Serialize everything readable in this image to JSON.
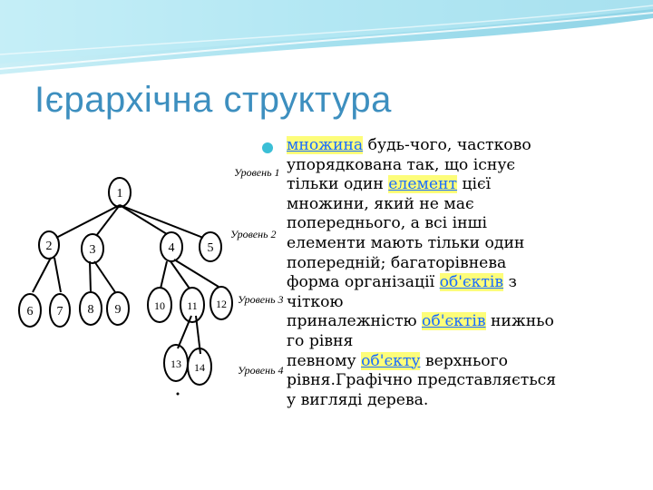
{
  "slide": {
    "title": "Ієрархічна структура"
  },
  "tree": {
    "level_labels": [
      "Уровень 1",
      "Уровень 2",
      "Уровень 3",
      "Уровень 4"
    ],
    "nodes": [
      "1",
      "2",
      "3",
      "4",
      "5",
      "6",
      "7",
      "8",
      "9",
      "10",
      "11",
      "12",
      "13",
      "14"
    ]
  },
  "definition": {
    "lines": [
      [
        {
          "text": "множина",
          "hl": true
        },
        {
          "text": " будь-чого, частково"
        }
      ],
      [
        {
          "text": "упорядкована так, що існує"
        }
      ],
      [
        {
          "text": "тільки один "
        },
        {
          "text": "елемент",
          "hl": true
        },
        {
          "text": " цієї"
        }
      ],
      [
        {
          "text": "множини, який не має"
        }
      ],
      [
        {
          "text": "попереднього, а всі інші"
        }
      ],
      [
        {
          "text": "елементи мають тільки один"
        }
      ],
      [
        {
          "text": "попередній; багаторівнева"
        }
      ],
      [
        {
          "text": "форма організації "
        },
        {
          "text": "об'єктів",
          "hl": true
        },
        {
          "text": " з"
        }
      ],
      [
        {
          "text": "чіткою"
        }
      ],
      [
        {
          "text": "приналежністю "
        },
        {
          "text": "об'єктів",
          "hl": true
        },
        {
          "text": " нижньо"
        }
      ],
      [
        {
          "text": "го рівня"
        }
      ],
      [
        {
          "text": "певному "
        },
        {
          "text": "об'єкту",
          "hl": true
        },
        {
          "text": " верхнього"
        }
      ],
      [
        {
          "text": "рівня.Графічно представляється"
        }
      ],
      [
        {
          "text": "у вигляді дерева."
        }
      ]
    ]
  },
  "colors": {
    "title": "#3d8fbf",
    "bullet": "#3bbfd6",
    "wave": "#6fd0e6",
    "highlight_bg": "#fdfd7a",
    "highlight_text": "#1a6cff"
  }
}
